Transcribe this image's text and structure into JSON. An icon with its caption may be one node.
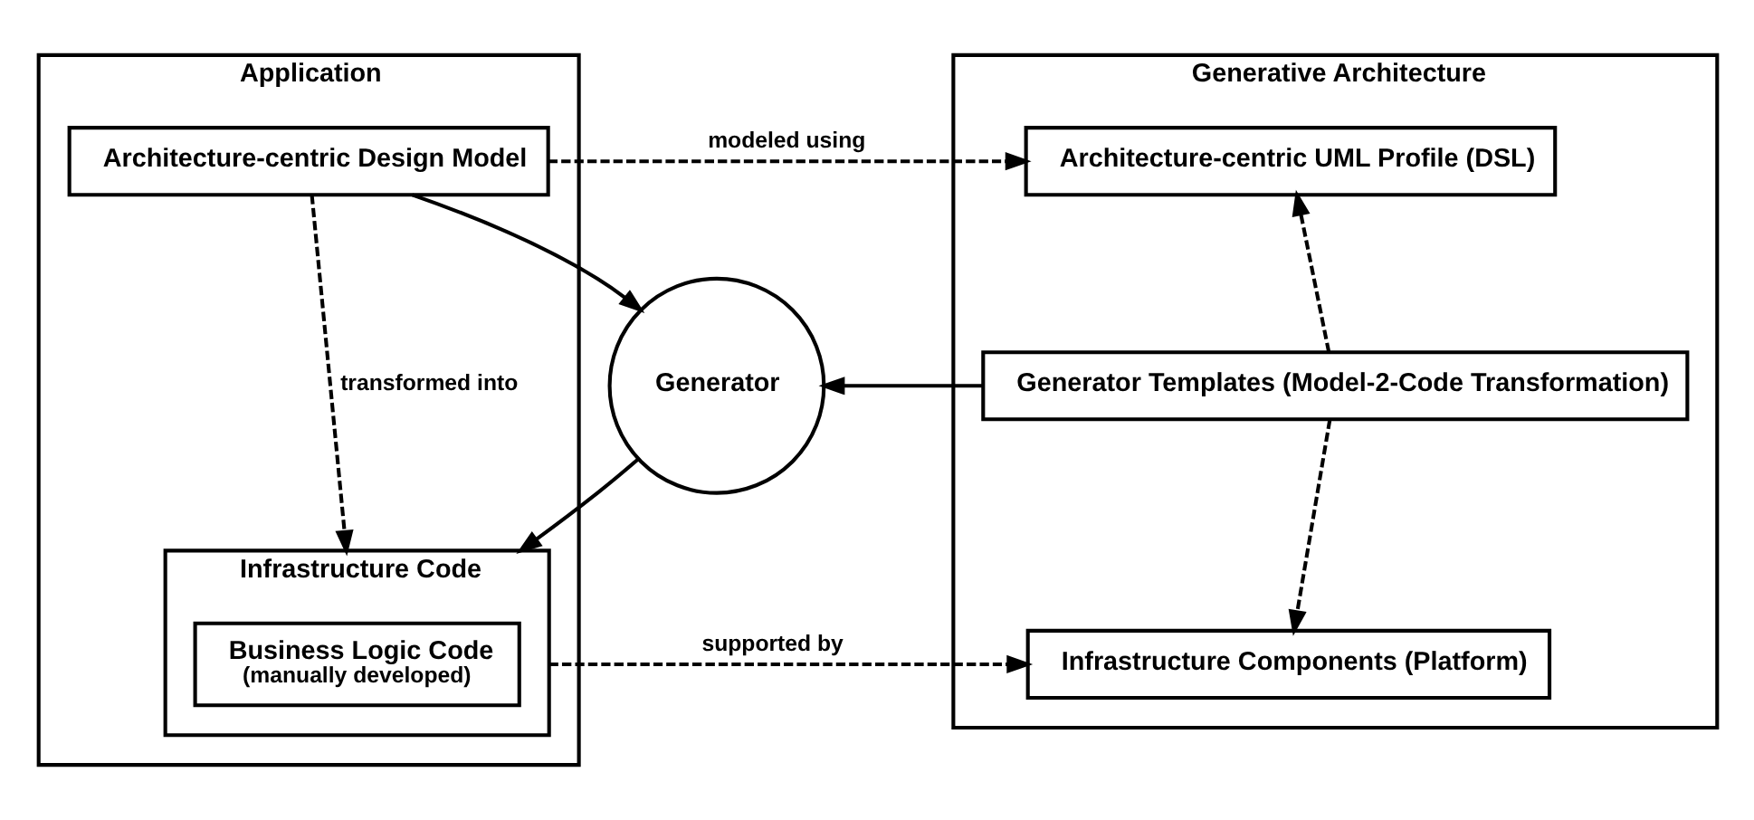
{
  "diagram": {
    "nodes": [
      {
        "text": [
          "Application"
        ]
      },
      {
        "text": [
          "Architecture-centric Design Model"
        ],
        "in": 0
      },
      {
        "text": [
          "Infrastructure Code"
        ],
        "in": 0
      },
      {
        "text": [
          "Business Logic Code",
          "(manually developed)"
        ],
        "in": 2
      },
      {
        "text": [
          "Generator"
        ]
      },
      {
        "text": [
          "Generative Architecture"
        ]
      },
      {
        "text": [
          "Architecture-centric UML Profile (DSL)"
        ],
        "in": 5
      },
      {
        "text": [
          "Generator Templates (Model-2-Code Transformation)"
        ],
        "in": 5
      },
      {
        "text": [
          "Infrastructure Components (Platform)"
        ],
        "in": 5
      }
    ],
    "edges": [
      {
        "from": 1,
        "to": 6,
        "arrow": "to",
        "label": "modeled using",
        "style": "dashed"
      },
      {
        "from": 1,
        "to": 2,
        "arrow": "to",
        "label": "transformed into",
        "style": "dashed"
      },
      {
        "from": 1,
        "to": 4,
        "arrow": "to"
      },
      {
        "from": 4,
        "to": 2,
        "arrow": "to"
      },
      {
        "from": 7,
        "to": 4,
        "arrow": "to"
      },
      {
        "from": 7,
        "to": 6,
        "arrow": "to",
        "style": "dashed"
      },
      {
        "from": 7,
        "to": 8,
        "arrow": "to",
        "style": "dashed"
      },
      {
        "from": 2,
        "to": 8,
        "arrow": "to",
        "label": "supported by",
        "style": "dashed"
      }
    ]
  }
}
